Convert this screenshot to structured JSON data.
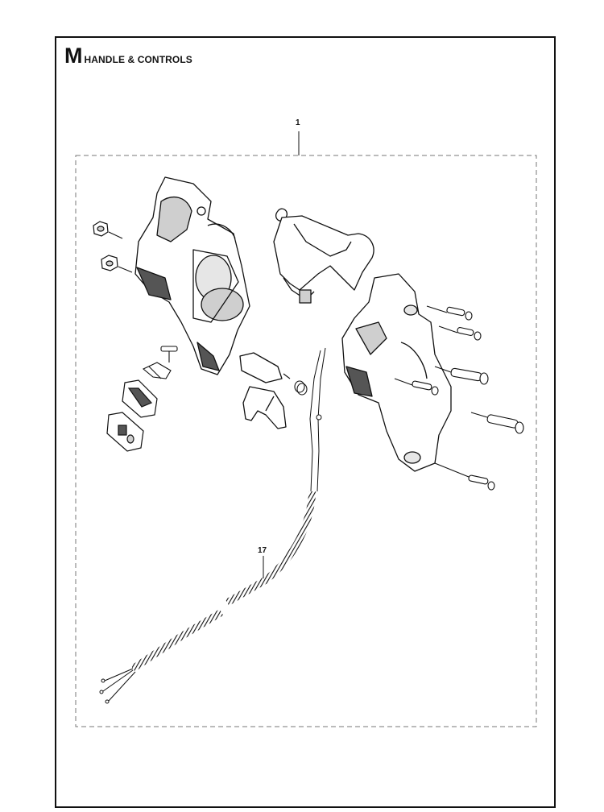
{
  "header": {
    "section_letter": "M",
    "section_title": "HANDLE & CONTROLS"
  },
  "callouts": [
    {
      "id": "c1",
      "label": "1"
    },
    {
      "id": "c17",
      "label": "17"
    }
  ],
  "colors": {
    "line": "#111111",
    "fill": "#ffffff",
    "shade": "#cfcfcf",
    "dark": "#555555"
  }
}
